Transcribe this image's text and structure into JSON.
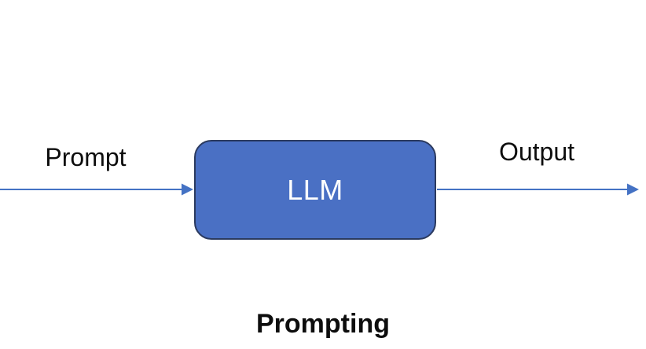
{
  "diagram": {
    "input_label": "Prompt",
    "node_label": "LLM",
    "output_label": "Output",
    "title": "Prompting"
  },
  "icons": {
    "input_arrow": "right-arrow",
    "output_arrow": "right-arrow"
  },
  "colors": {
    "box-fill": "#4A70C4",
    "box-border": "#2B3A5F",
    "arrow": "#4472C4",
    "text": "#0D0D0D",
    "node-text": "#FFFFFF",
    "bg": "#FFFFFF"
  }
}
